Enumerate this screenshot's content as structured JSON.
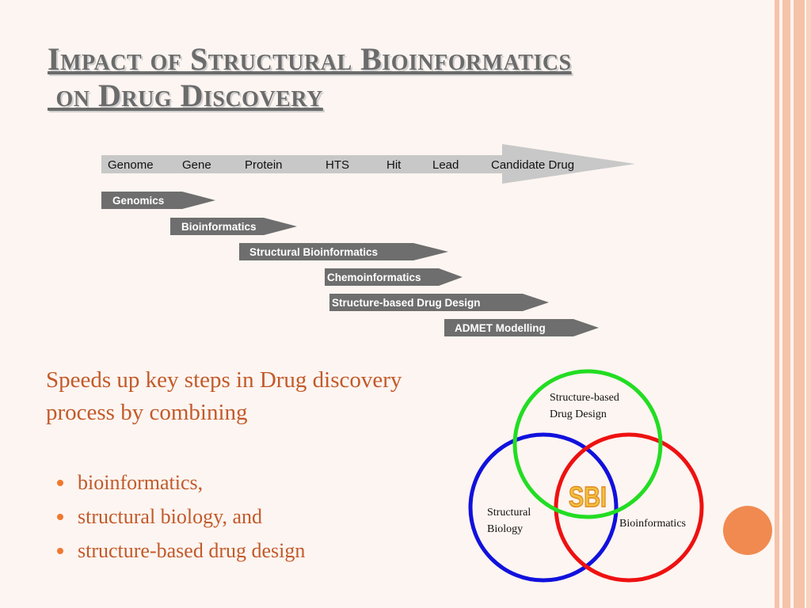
{
  "colors": {
    "background": "#fdf5f1",
    "accent_orange": "#f08a50",
    "text_orange": "#c25a2a",
    "arrow_gray": "#6e6e6e",
    "pipeline_gray": "#c8c8c8",
    "circle_green": "#22dd22",
    "circle_blue": "#1111dd",
    "circle_red": "#ee1111"
  },
  "title": {
    "line1": "Impact of Structural Bioinformatics",
    "line2": " on Drug Discovery"
  },
  "pipeline": {
    "stages": [
      "Genome",
      "Gene",
      "Protein",
      "HTS",
      "Hit",
      "Lead",
      "Candidate Drug"
    ]
  },
  "fields": [
    "Genomics",
    "Bioinformatics",
    "Structural Bioinformatics",
    "Chemoinformatics",
    "Structure-based Drug Design",
    "ADMET Modelling"
  ],
  "body": {
    "intro": "Speeds up key steps in Drug discovery process by combining",
    "bullets": [
      "bioinformatics,",
      "structural biology, and",
      "structure-based drug design"
    ]
  },
  "venn": {
    "top_label_line1": "Structure-based",
    "top_label_line2": "Drug Design",
    "left_label_line1": "Structural",
    "left_label_line2": "Biology",
    "right_label": "Bioinformatics",
    "center_label": "SBI"
  }
}
